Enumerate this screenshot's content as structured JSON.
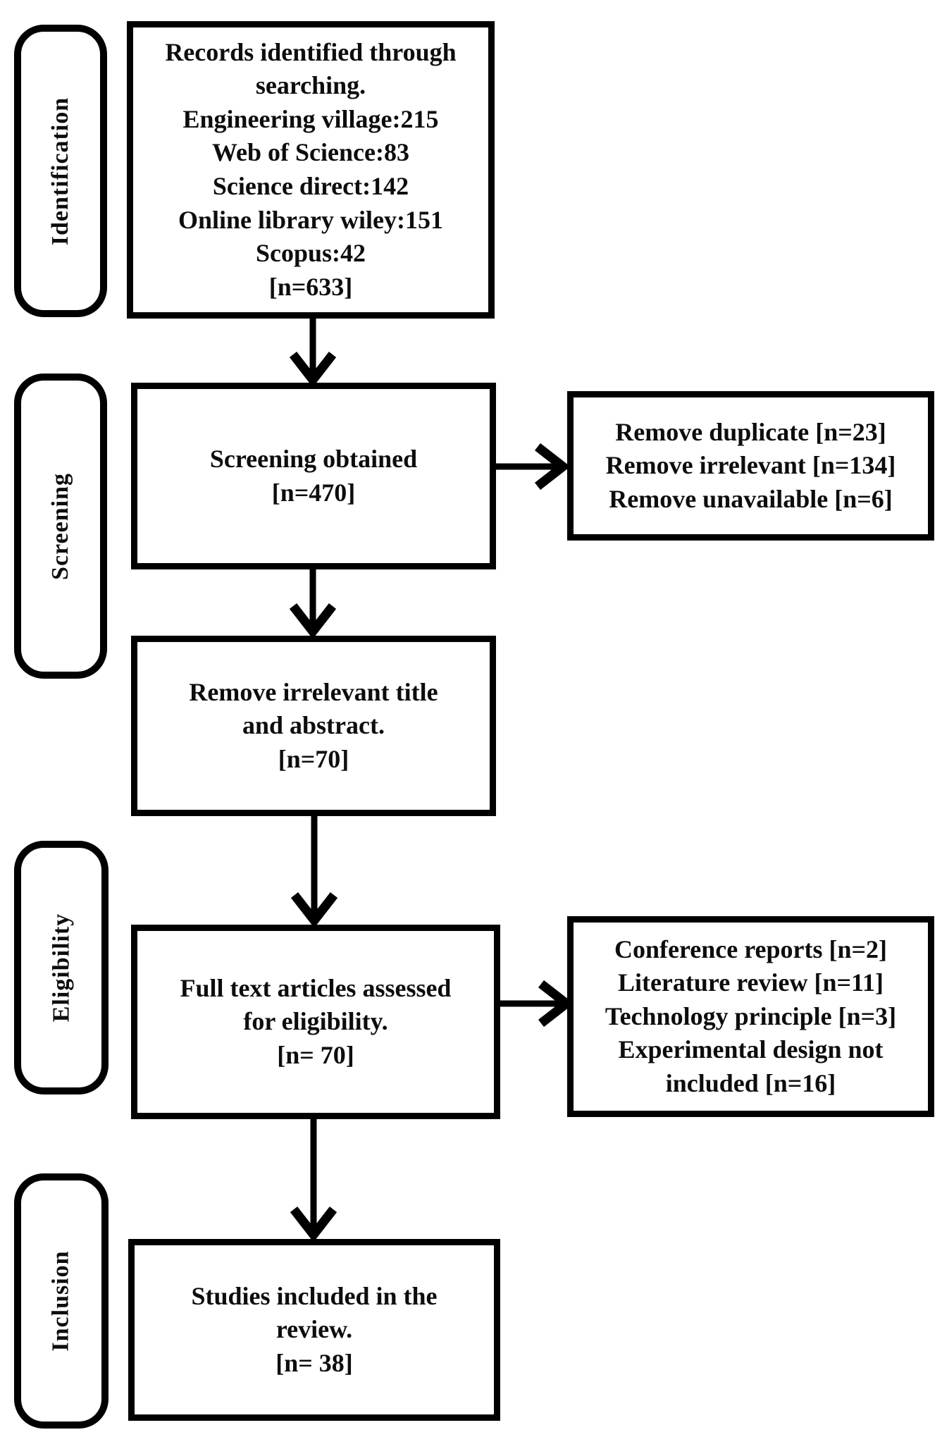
{
  "stages": [
    {
      "label": "Identification"
    },
    {
      "label": "Screening"
    },
    {
      "label": "Eligibility"
    },
    {
      "label": "Inclusion"
    }
  ],
  "main_boxes": [
    {
      "lines": [
        "Records identified through",
        "searching.",
        "Engineering village:215",
        "Web of Science:83",
        "Science direct:142",
        "Online library wiley:151",
        "Scopus:42",
        "[n=633]"
      ]
    },
    {
      "lines": [
        "Screening obtained",
        "[n=470]"
      ]
    },
    {
      "lines": [
        "Remove irrelevant title",
        "and abstract.",
        "[n=70]"
      ]
    },
    {
      "lines": [
        "Full text articles assessed",
        "for eligibility.",
        "[n= 70]"
      ]
    },
    {
      "lines": [
        "Studies included in the",
        "review.",
        "[n= 38]"
      ]
    }
  ],
  "side_boxes": [
    {
      "lines": [
        "Remove duplicate [n=23]",
        "Remove irrelevant [n=134]",
        "Remove unavailable [n=6]"
      ]
    },
    {
      "lines": [
        "Conference reports [n=2]",
        "Literature review [n=11]",
        "Technology principle [n=3]",
        "Experimental design not",
        "included [n=16]"
      ]
    }
  ],
  "colors": {
    "ink": "#000000",
    "text": "#0d0d0d",
    "background": "#ffffff"
  }
}
